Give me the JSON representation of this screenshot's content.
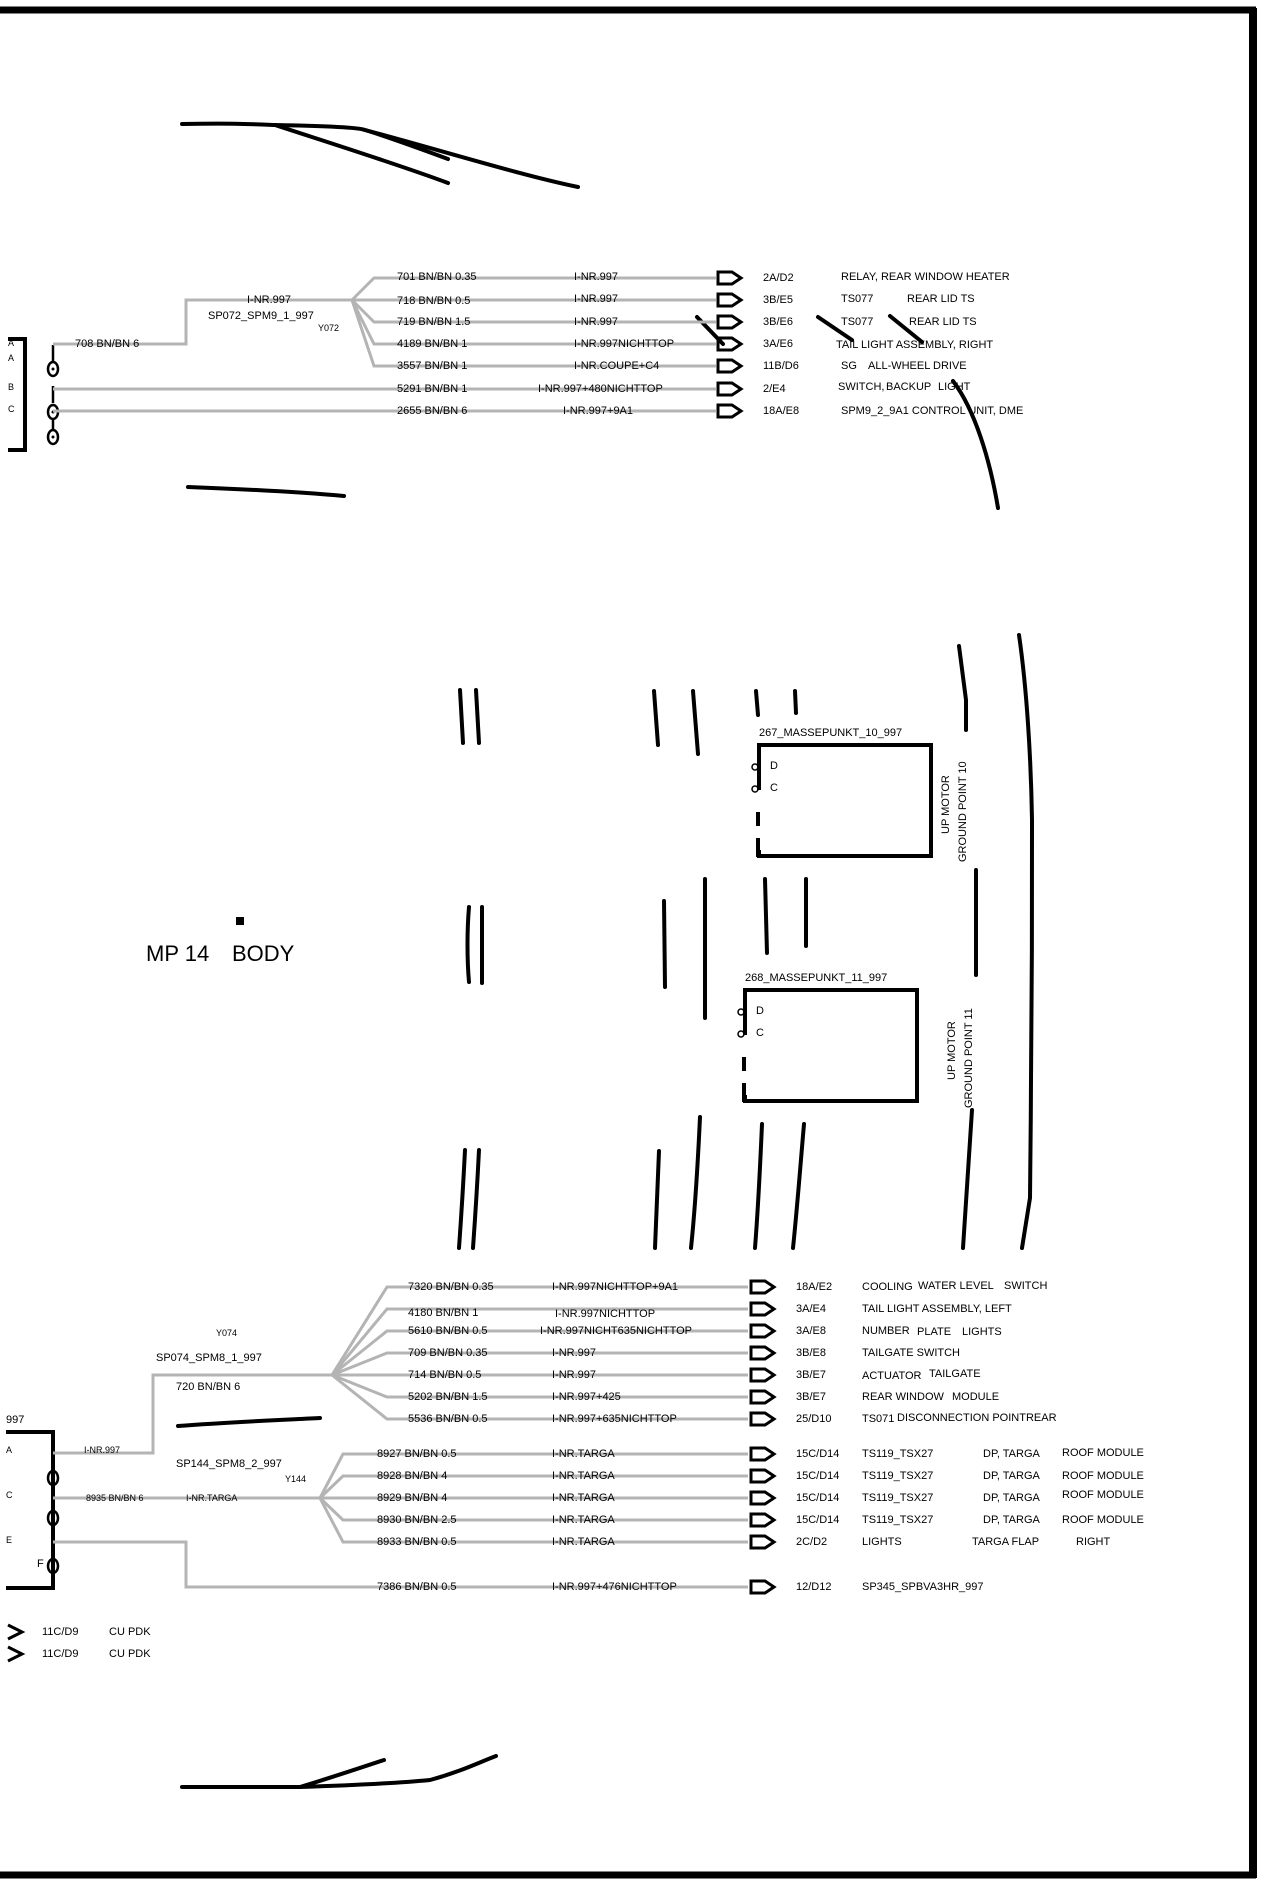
{
  "page": {
    "label_left": "MP 14",
    "label_right": "BODY"
  },
  "ground_points": [
    {
      "name": "267_MASSEPUNKT_10_997",
      "pin_d": "D",
      "pin_c": "C",
      "side_label_a": "UP MOTOR",
      "side_label_b": "GROUND POINT 10"
    },
    {
      "name": "268_MASSEPUNKT_11_997",
      "pin_d": "D",
      "pin_c": "C",
      "side_label_a": "UP MOTOR",
      "side_label_b": "GROUND POINT 11"
    }
  ],
  "top_group": {
    "connector_pins": [
      "A",
      "A",
      "B",
      "C"
    ],
    "feed_wire": "708 BN/BN 6",
    "splice_inr": "I-NR.997",
    "splice_name": "SP072_SPM9_1_997",
    "splice_id": "Y072",
    "wires": [
      {
        "wire": "701 BN/BN 0.35",
        "cond": "I-NR.997",
        "ref": "2A/D2",
        "desc": [
          "RELAY, REAR WINDOW HEATER"
        ]
      },
      {
        "wire": "718 BN/BN 0.5",
        "cond": "I-NR.997",
        "ref": "3B/E5",
        "desc": [
          "TS077",
          "REAR LID TS"
        ]
      },
      {
        "wire": "719 BN/BN 1.5",
        "cond": "I-NR.997",
        "ref": "3B/E6",
        "desc": [
          "TS077",
          "REAR LID TS"
        ]
      },
      {
        "wire": "4189 BN/BN 1",
        "cond": "I-NR.997NICHTTOP",
        "ref": "3A/E6",
        "desc": [
          "TAIL LIGHT ASSEMBLY, RIGHT"
        ]
      },
      {
        "wire": "3557 BN/BN 1",
        "cond": "I-NR.COUPE+C4",
        "ref": "11B/D6",
        "desc": [
          "SG",
          "ALL-WHEEL DRIVE"
        ]
      },
      {
        "wire": "5291 BN/BN 1",
        "cond": "I-NR.997+480NICHTTOP",
        "ref": "2/E4",
        "desc": [
          "SWITCH,",
          "BACKUP",
          "LIGHT"
        ]
      },
      {
        "wire": "2655 BN/BN 6",
        "cond": "I-NR.997+9A1",
        "ref": "18A/E8",
        "desc": [
          "SPM9_2_9A1 CONTROL UNIT, DME"
        ]
      }
    ]
  },
  "bottom_group": {
    "connector_label": "997",
    "connector_pins": [
      "A",
      "C",
      "E",
      "F"
    ],
    "feed_inr": "I-NR.997",
    "splice_a_id": "Y074",
    "splice_a_name": "SP074_SPM8_1_997",
    "splice_a_feed": "720 BN/BN 6",
    "splice_b_name": "SP144_SPM8_2_997",
    "splice_b_id": "Y144",
    "splice_b_feed": "8935 BN/BN 6",
    "splice_b_inr": "I-NR.TARGA",
    "wires_a": [
      {
        "wire": "7320 BN/BN 0.35",
        "cond": "I-NR.997NICHTTOP+9A1",
        "ref": "18A/E2",
        "desc": [
          "COOLING",
          "WATER LEVEL",
          "SWITCH"
        ]
      },
      {
        "wire": "4180 BN/BN 1",
        "cond": "I-NR.997NICHTTOP",
        "ref": "3A/E4",
        "desc": [
          "TAIL LIGHT ASSEMBLY, LEFT"
        ]
      },
      {
        "wire": "5610 BN/BN 0.5",
        "cond": "I-NR.997NICHT635NICHTTOP",
        "ref": "3A/E8",
        "desc": [
          "NUMBER",
          "PLATE",
          "LIGHTS"
        ]
      },
      {
        "wire": "709 BN/BN 0.35",
        "cond": "I-NR.997",
        "ref": "3B/E8",
        "desc": [
          "TAILGATE SWITCH"
        ]
      },
      {
        "wire": "714 BN/BN 0.5",
        "cond": "I-NR.997",
        "ref": "3B/E7",
        "desc": [
          "ACTUATOR",
          "TAILGATE"
        ]
      },
      {
        "wire": "5202 BN/BN 1.5",
        "cond": "I-NR.997+425",
        "ref": "3B/E7",
        "desc": [
          "REAR WINDOW",
          "MODULE"
        ]
      },
      {
        "wire": "5536 BN/BN 0.5",
        "cond": "I-NR.997+635NICHTTOP",
        "ref": "25/D10",
        "desc": [
          "TS071",
          "DISCONNECTION POINTREAR"
        ]
      }
    ],
    "wires_b": [
      {
        "wire": "8927 BN/BN 0.5",
        "cond": "I-NR.TARGA",
        "ref": "15C/D14",
        "desc": [
          "TS119_TSX27",
          "DP, TARGA",
          "ROOF MODULE"
        ]
      },
      {
        "wire": "8928 BN/BN 4",
        "cond": "I-NR.TARGA",
        "ref": "15C/D14",
        "desc": [
          "TS119_TSX27",
          "DP, TARGA",
          "ROOF MODULE"
        ]
      },
      {
        "wire": "8929 BN/BN 4",
        "cond": "I-NR.TARGA",
        "ref": "15C/D14",
        "desc": [
          "TS119_TSX27",
          "DP, TARGA",
          "ROOF MODULE"
        ]
      },
      {
        "wire": "8930 BN/BN 2.5",
        "cond": "I-NR.TARGA",
        "ref": "15C/D14",
        "desc": [
          "TS119_TSX27",
          "DP, TARGA",
          "ROOF MODULE"
        ]
      },
      {
        "wire": "8933 BN/BN 0.5",
        "cond": "I-NR.TARGA",
        "ref": "2C/D2",
        "desc": [
          "LIGHTS",
          "TARGA FLAP",
          "RIGHT"
        ]
      }
    ],
    "wire_c": {
      "wire": "7386 BN/BN 0.5",
      "cond": "I-NR.997+476NICHTTOP",
      "ref": "12/D12",
      "desc": [
        "SP345_SPBVA3HR_997"
      ]
    }
  },
  "edge_refs": [
    {
      "ref": "11C/D9",
      "desc": "CU PDK"
    },
    {
      "ref": "11C/D9",
      "desc": "CU PDK"
    }
  ]
}
